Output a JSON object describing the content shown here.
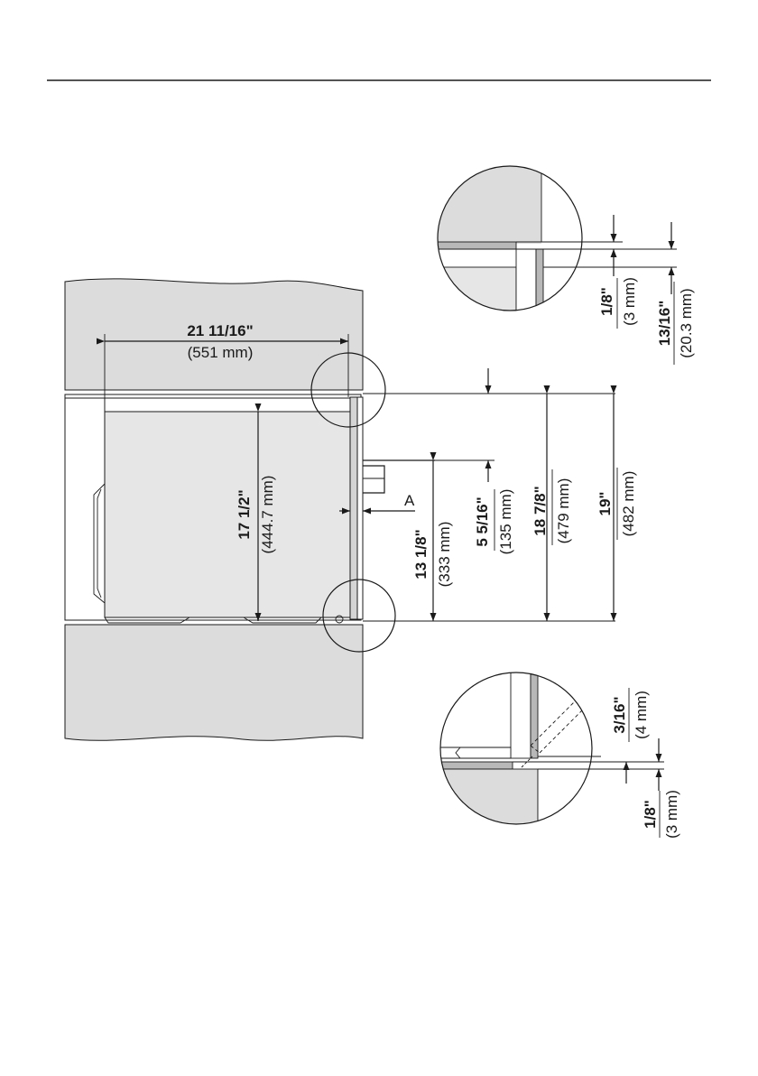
{
  "colors": {
    "line": "#1a1a1a",
    "cabinet_fill": "#dcdcdc",
    "appliance_fill": "#e6e6e6",
    "background": "#ffffff"
  },
  "dimensions": {
    "width": {
      "imperial": "21 11/16\"",
      "metric": "(551 mm)"
    },
    "front_height": {
      "imperial": "17 1/2\"",
      "metric": "(444.7 mm)"
    },
    "lower_height": {
      "imperial": "13 1/8\"",
      "metric": "(333 mm)"
    },
    "panel_offset": {
      "imperial": "5 5/16\"",
      "metric": "(135 mm)"
    },
    "niche_height_min": {
      "imperial": "18 7/8\"",
      "metric": "(479 mm)"
    },
    "niche_height_max": {
      "imperial": "19\"",
      "metric": "(482 mm)"
    },
    "top_gap": {
      "imperial": "1/8\"",
      "metric": "(3 mm)"
    },
    "top_overlap": {
      "imperial": "13/16\"",
      "metric": "(20.3 mm)"
    },
    "bottom_gap": {
      "imperial": "3/16\"",
      "metric": "(4 mm)"
    },
    "bottom_clearance": {
      "imperial": "1/8\"",
      "metric": "(3 mm)"
    }
  },
  "labels": {
    "marker_a": "A"
  }
}
